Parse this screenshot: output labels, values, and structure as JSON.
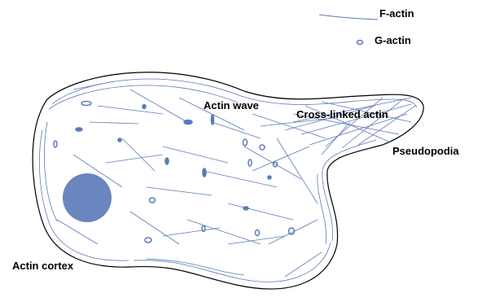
{
  "legend": {
    "factin_label": "F-actin",
    "gactin_label": "G-actin"
  },
  "labels": {
    "actin_wave": "Actin wave",
    "cross_linked": "Cross-linked actin",
    "pseudopodia": "Pseudopodia",
    "actin_cortex": "Actin cortex"
  },
  "colors": {
    "cell_outline": "#000000",
    "filament": "#5b7bb5",
    "nucleus": "#6a86bf",
    "text": "#000000"
  }
}
